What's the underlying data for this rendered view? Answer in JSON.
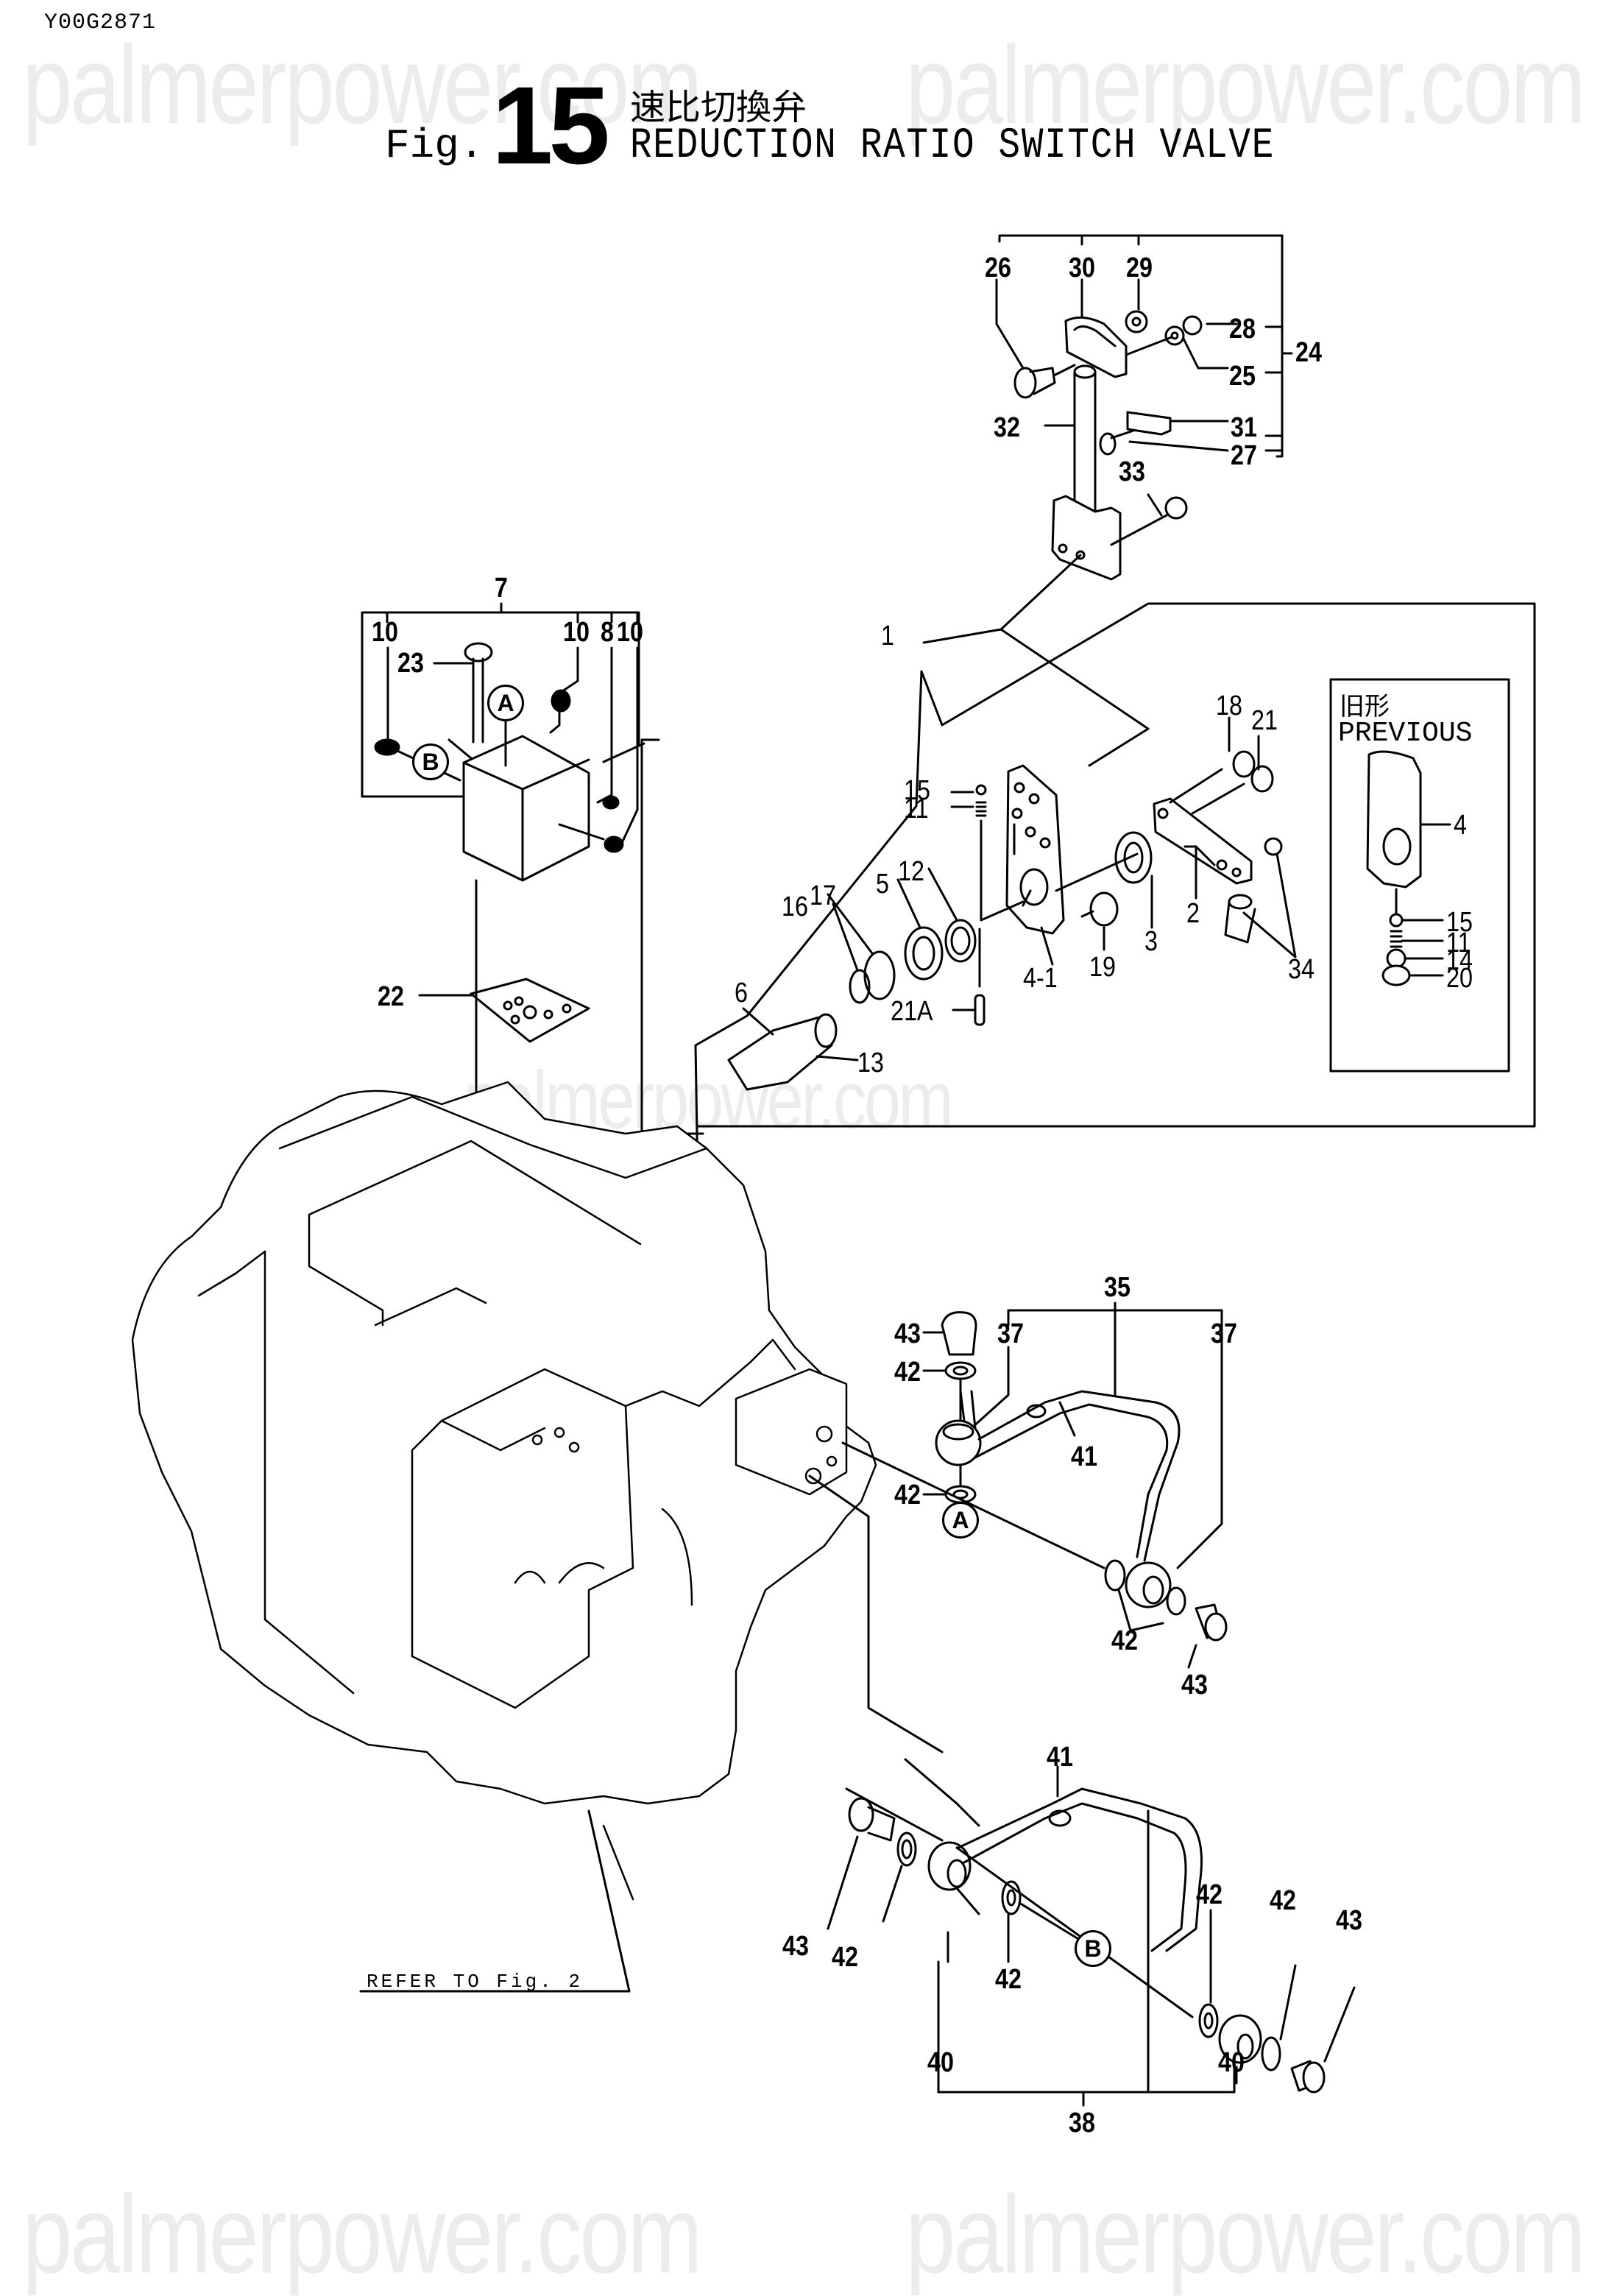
{
  "document_id": "Y00G2871",
  "figure": {
    "prefix": "Fig.",
    "number": "15",
    "title_jp": "速比切換弁",
    "title_en": "REDUCTION RATIO SWITCH VALVE"
  },
  "watermark": "palmerpower.com",
  "previous_inset": {
    "label_jp": "旧形",
    "label_en": "PREVIOUS",
    "parts": [
      "4",
      "15",
      "11",
      "14",
      "20"
    ]
  },
  "reference_note": "REFER TO Fig. 2",
  "port_markers": [
    "A",
    "B"
  ],
  "callouts": {
    "p26": "26",
    "p30": "30",
    "p29": "29",
    "p28": "28",
    "p25": "25",
    "p24": "24",
    "p32": "32",
    "p31": "31",
    "p27": "27",
    "p33": "33",
    "p7": "7",
    "p10a": "10",
    "p23": "23",
    "p10b": "10",
    "p8": "8",
    "p10c": "10",
    "p22": "22",
    "p1": "1",
    "p15": "15",
    "p11": "11",
    "p12": "12",
    "p5": "5",
    "p17": "17",
    "p16": "16",
    "p6": "6",
    "p13": "13",
    "p21A": "21A",
    "p41m": "4-1",
    "p19": "19",
    "p3": "3",
    "p2": "2",
    "p18": "18",
    "p21": "21",
    "p34": "34",
    "pv4": "4",
    "pv15": "15",
    "pv11": "11",
    "pv14": "14",
    "pv20": "20",
    "p35": "35",
    "p37a": "37",
    "p37b": "37",
    "p43a": "43",
    "p42a": "42",
    "p41a": "41",
    "p42b": "42",
    "p42c": "42",
    "p43b": "43",
    "p41b": "41",
    "p43c": "43",
    "p42d": "42",
    "p42e": "42",
    "p42f": "42",
    "p42g": "42",
    "p43d": "43",
    "p40a": "40",
    "p40b": "40",
    "p38": "38"
  }
}
